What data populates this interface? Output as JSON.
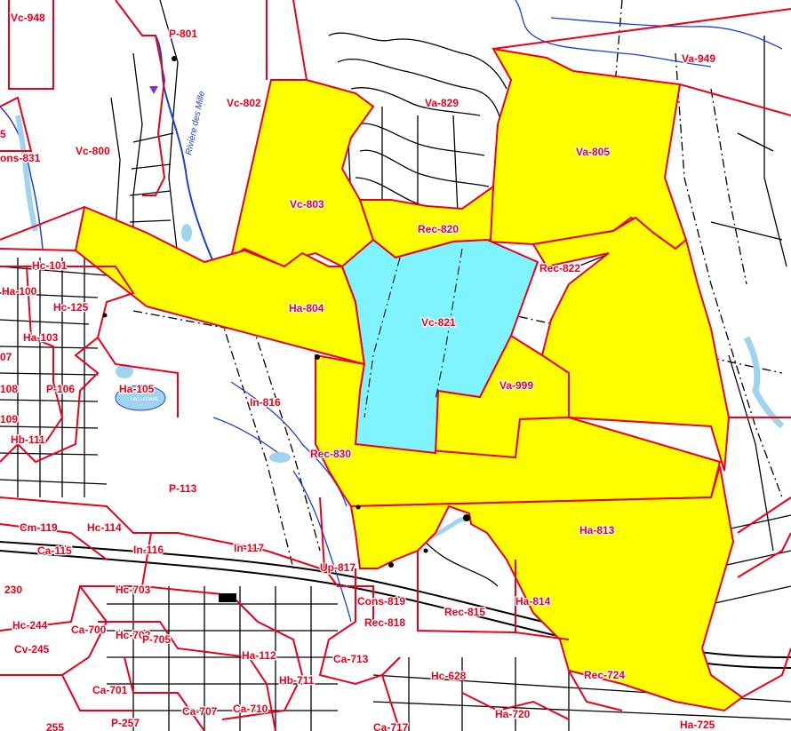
{
  "colors": {
    "boundary": "#e8001c",
    "highlight": "#ffff00",
    "selected": "#7ff4ff",
    "water": "#1a3fd6",
    "water_fill": "#9fd3ee",
    "road": "#000000"
  },
  "river_label": "Rivière des Mille",
  "lake_label": "LAC LEGARE",
  "zones": [
    {
      "id": "Va-805",
      "fill": "highlight"
    },
    {
      "id": "Vc-803",
      "fill": "highlight"
    },
    {
      "id": "Ha-804",
      "fill": "highlight"
    },
    {
      "id": "Rec-820",
      "fill": "highlight"
    },
    {
      "id": "Rec-822",
      "fill": "highlight"
    },
    {
      "id": "Va-999",
      "fill": "highlight"
    },
    {
      "id": "Rec-830",
      "fill": "highlight"
    },
    {
      "id": "Ha-813",
      "fill": "highlight"
    },
    {
      "id": "Vc-821",
      "fill": "selected"
    }
  ],
  "labels": [
    "Vc-948",
    "P-801",
    "Va-949",
    "Vc-802",
    "Va-829",
    "Vc-800",
    "ons-831",
    "Va-805",
    "Vc-803",
    "Rec-820",
    "Hc-101",
    "Rec-822",
    "Ha-100",
    "Hc-125",
    "Ha-804",
    "Vc-821",
    "Ha-103",
    "07",
    "108",
    "P-106",
    "Ha-105",
    "Va-999",
    "In-816",
    "109",
    "Hb-111",
    "Rec-830",
    "P-113",
    "Ha-813",
    "Cm-119",
    "Hc-114",
    "Ca-115",
    "In-116",
    "In-117",
    "Up-817",
    "230",
    "Hc-703",
    "Cons-819",
    "Rec-815",
    "Ha-814",
    "Hc-244",
    "Ca-700",
    "Hc-702",
    "Rec-818",
    "P-705",
    "Ha-112",
    "Cv-245",
    "Hb-711",
    "Ca-713",
    "Hc-628",
    "Ca-701",
    "Rec-724",
    "Ca-707",
    "Ca-710",
    "P-257",
    "Ha-720",
    "Ha-725",
    "255",
    "Ca-717",
    "5"
  ]
}
